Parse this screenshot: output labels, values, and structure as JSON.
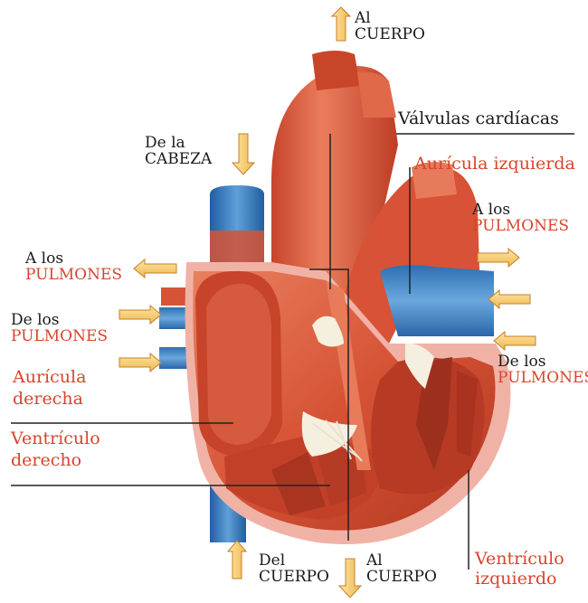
{
  "labels": {
    "al_cuerpo_top": {
      "l1": "Al",
      "l2": "CUERPO"
    },
    "de_la_cabeza": {
      "l1": "De la",
      "l2": "CABEZA"
    },
    "valvulas": "Válvulas cardíacas",
    "auricula_izq": "Aurícula izquierda",
    "a_los_pulmones_left": {
      "l1": "A los",
      "l2": "PULMONES"
    },
    "a_los_pulmones_right": {
      "l1": "A los",
      "l2": "PULMONES"
    },
    "de_los_pulmones_left": {
      "l1": "De los",
      "l2": "PULMONES"
    },
    "de_los_pulmones_right": {
      "l1": "De los",
      "l2": "PULMONES"
    },
    "auricula_der": {
      "l1": "Aurícula",
      "l2": "derecha"
    },
    "ventriculo_der": {
      "l1": "Ventrículo",
      "l2": "derecho"
    },
    "del_cuerpo": {
      "l1": "Del",
      "l2": "CUERPO"
    },
    "al_cuerpo_bottom": {
      "l1": "Al",
      "l2": "CUERPO"
    },
    "ventriculo_izq": {
      "l1": "Ventrículo",
      "l2": "izquierdo"
    }
  },
  "colors": {
    "muscle": "#d9573c",
    "muscle_dark": "#b23a26",
    "muscle_light": "#ec9070",
    "pericardium": "#f1b2a6",
    "vein_blue": "#2f74b8",
    "vein_light": "#6aa6d8",
    "arrow_fill": "#f7d27a",
    "arrow_stroke": "#c87e2a",
    "label_red": "#d7452c",
    "label_black": "#1a1a1a"
  }
}
